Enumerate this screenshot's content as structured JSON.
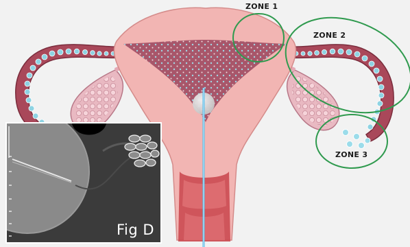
{
  "diagram": {
    "zones": [
      {
        "id": "zone-1",
        "label": "ZONE 1"
      },
      {
        "id": "zone-2",
        "label": "ZONE 2"
      },
      {
        "id": "zone-3",
        "label": "ZONE 3"
      }
    ],
    "inset": {
      "caption": "Fig D"
    },
    "colors": {
      "zone_outline": "#2f9a4e",
      "uterus_outer": "#f2b5b3",
      "uterus_cavity": "#a8566a",
      "tube_wall": "#a9485a",
      "bead": "#8ed3e3",
      "catheter": "#4fb6e6",
      "ovary": "#e9b9c2",
      "background": "#f2f2f2"
    }
  }
}
